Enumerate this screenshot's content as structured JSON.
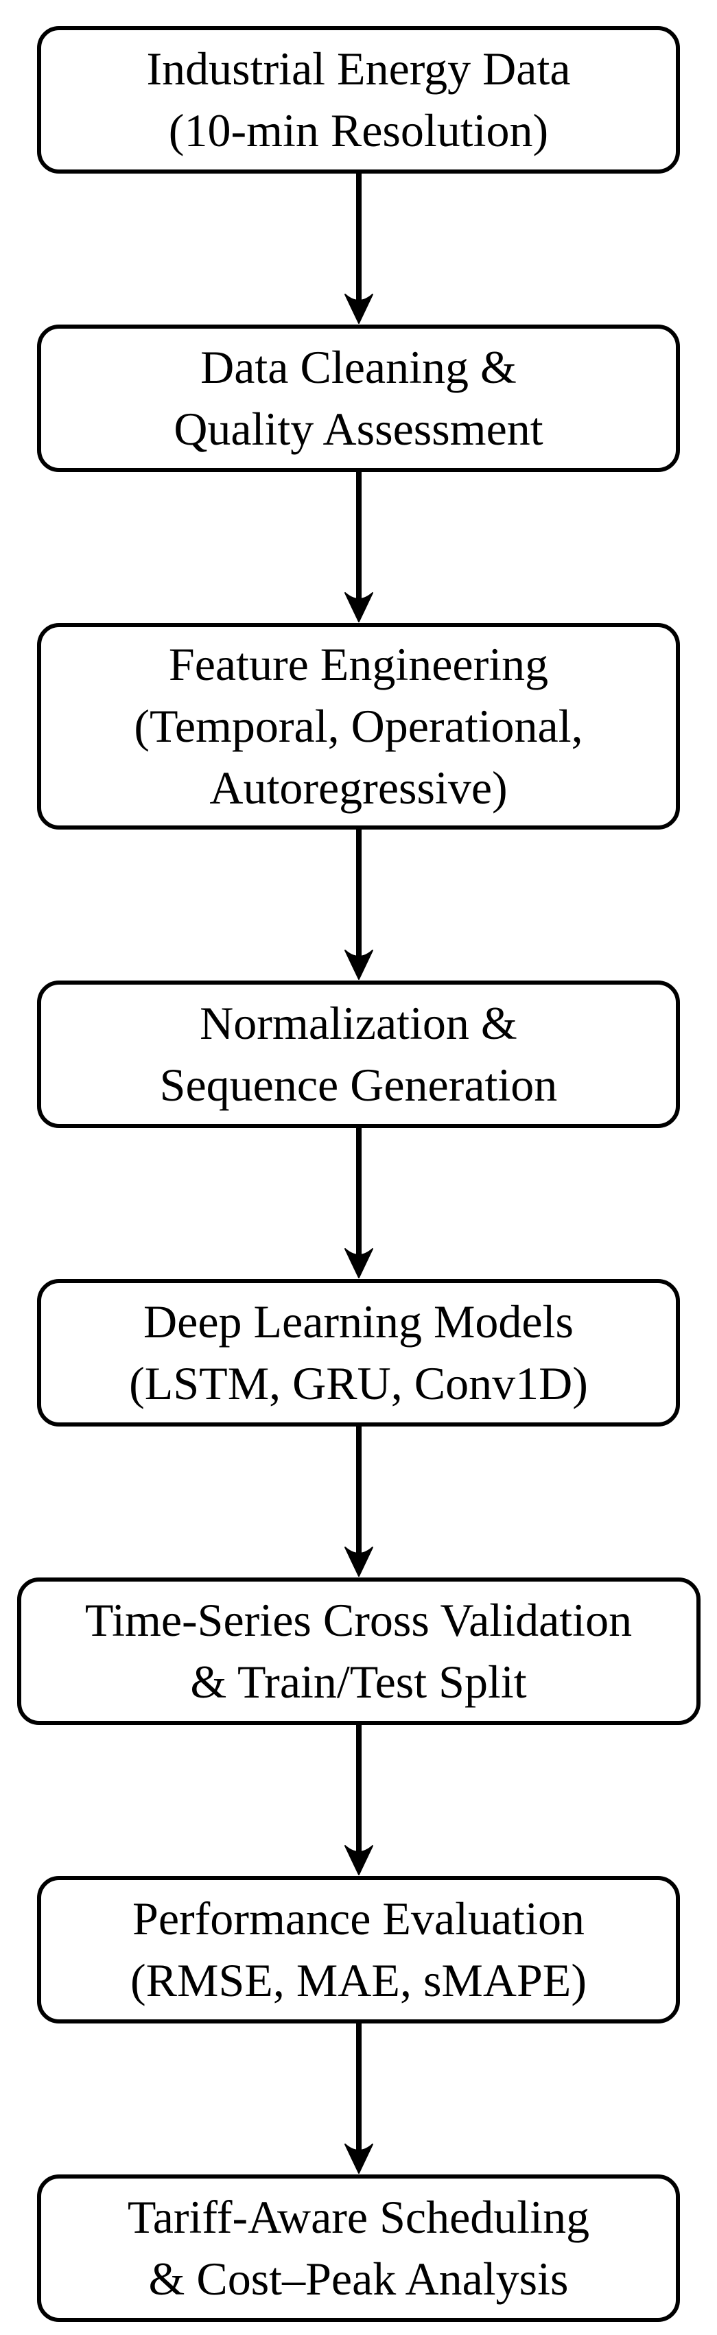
{
  "figure": {
    "type": "flowchart",
    "direction": "top-to-bottom",
    "background_color": "#ffffff",
    "stroke_color": "#000000",
    "text_color": "#000000"
  },
  "nodes": [
    {
      "id": "industrial-energy-data",
      "lines": [
        "Industrial Energy Data",
        "(10-min Resolution)"
      ]
    },
    {
      "id": "data-cleaning",
      "lines": [
        "Data Cleaning &",
        "Quality Assessment"
      ]
    },
    {
      "id": "feature-engineering",
      "lines": [
        "Feature Engineering",
        "(Temporal, Operational,",
        "Autoregressive)"
      ]
    },
    {
      "id": "normalization",
      "lines": [
        "Normalization &",
        "Sequence Generation"
      ]
    },
    {
      "id": "deep-learning-models",
      "lines": [
        "Deep Learning Models",
        "(LSTM, GRU, Conv1D)"
      ]
    },
    {
      "id": "time-series-cv",
      "lines": [
        "Time-Series Cross Validation",
        "& Train/Test Split"
      ]
    },
    {
      "id": "performance-evaluation",
      "lines": [
        "Performance Evaluation",
        "(RMSE, MAE, sMAPE)"
      ]
    },
    {
      "id": "tariff-aware-scheduling",
      "lines": [
        "Tariff-Aware Scheduling",
        "& Cost–Peak Analysis"
      ]
    }
  ],
  "edges": [
    {
      "from": "industrial-energy-data",
      "to": "data-cleaning",
      "style": "arrow-down"
    },
    {
      "from": "data-cleaning",
      "to": "feature-engineering",
      "style": "arrow-down"
    },
    {
      "from": "feature-engineering",
      "to": "normalization",
      "style": "arrow-down"
    },
    {
      "from": "normalization",
      "to": "deep-learning-models",
      "style": "arrow-down"
    },
    {
      "from": "deep-learning-models",
      "to": "time-series-cv",
      "style": "arrow-down"
    },
    {
      "from": "time-series-cv",
      "to": "performance-evaluation",
      "style": "arrow-down"
    },
    {
      "from": "performance-evaluation",
      "to": "tariff-aware-scheduling",
      "style": "arrow-down"
    }
  ]
}
